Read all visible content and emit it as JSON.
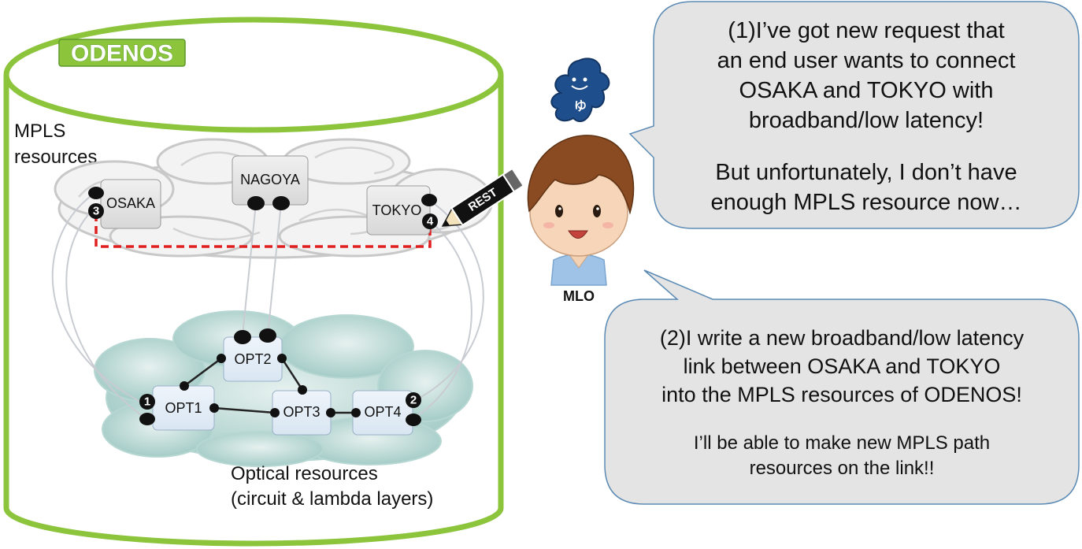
{
  "brand": {
    "label": "ODENOS",
    "color": "#8cc43c"
  },
  "layers": {
    "mpls_label": [
      "MPLS",
      "resources"
    ],
    "optical_label": [
      "Optical resources",
      "(circuit & lambda layers)"
    ]
  },
  "mpls_nodes": {
    "osaka": "OSAKA",
    "nagoya": "NAGOYA",
    "tokyo": "TOKYO"
  },
  "optical_nodes": {
    "opt1": "OPT1",
    "opt2": "OPT2",
    "opt3": "OPT3",
    "opt4": "OPT4"
  },
  "ports": {
    "p1": "1",
    "p2": "2",
    "p3": "3",
    "p4": "4"
  },
  "rest_label": "REST",
  "mascot_glyph": "ゆ",
  "person_label": "MLO",
  "bubble1": {
    "lines": [
      "(1)I’ve got new request that",
      "an end user wants to connect",
      "OSAKA and TOKYO with",
      "broadband/low latency!"
    ],
    "lines2": [
      "But unfortunately, I don’t have",
      "enough MPLS resource now…"
    ]
  },
  "bubble2": {
    "lines": [
      "(2)I write a new broadband/low latency",
      "link between OSAKA and TOKYO",
      "into the MPLS resources of ODENOS!"
    ],
    "lines2": [
      "I’ll be able to make new MPLS path",
      "resources on the link!!"
    ]
  },
  "colors": {
    "container": "#8cc43c",
    "new_link": "#e02020",
    "bubble_fill": "#e4e4e4",
    "bubble_stroke": "#5b8bb5"
  }
}
